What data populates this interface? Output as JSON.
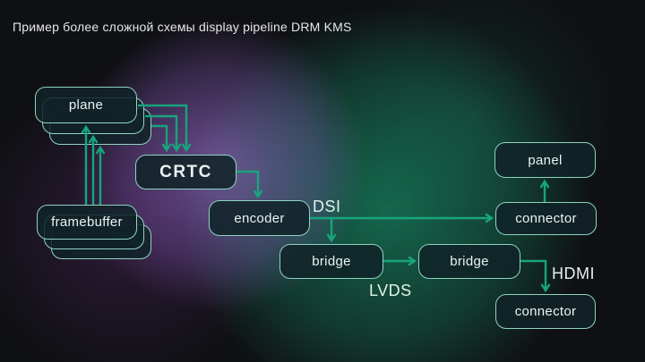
{
  "slide": {
    "title": "Пример более сложной схемы display pipeline DRM KMS"
  },
  "diagram": {
    "nodes": {
      "plane": "plane",
      "framebuffer": "framebuffer",
      "crtc": "CRTC",
      "encoder": "encoder",
      "bridge1": "bridge",
      "bridge2": "bridge",
      "connector_dsi": "connector",
      "panel": "panel",
      "connector_hdmi": "connector"
    },
    "edge_labels": {
      "dsi": "DSI",
      "lvds": "LVDS",
      "hdmi": "HDMI"
    },
    "colors": {
      "arrow": "#18a47c",
      "box_border": "#8fd3c3",
      "box_fill": "rgba(16,35,40,0.86)",
      "label_text": "#eaf3f0",
      "glow_green": "#1aba84",
      "glow_purple": "#ad7de8",
      "background": "#0f1013"
    }
  }
}
